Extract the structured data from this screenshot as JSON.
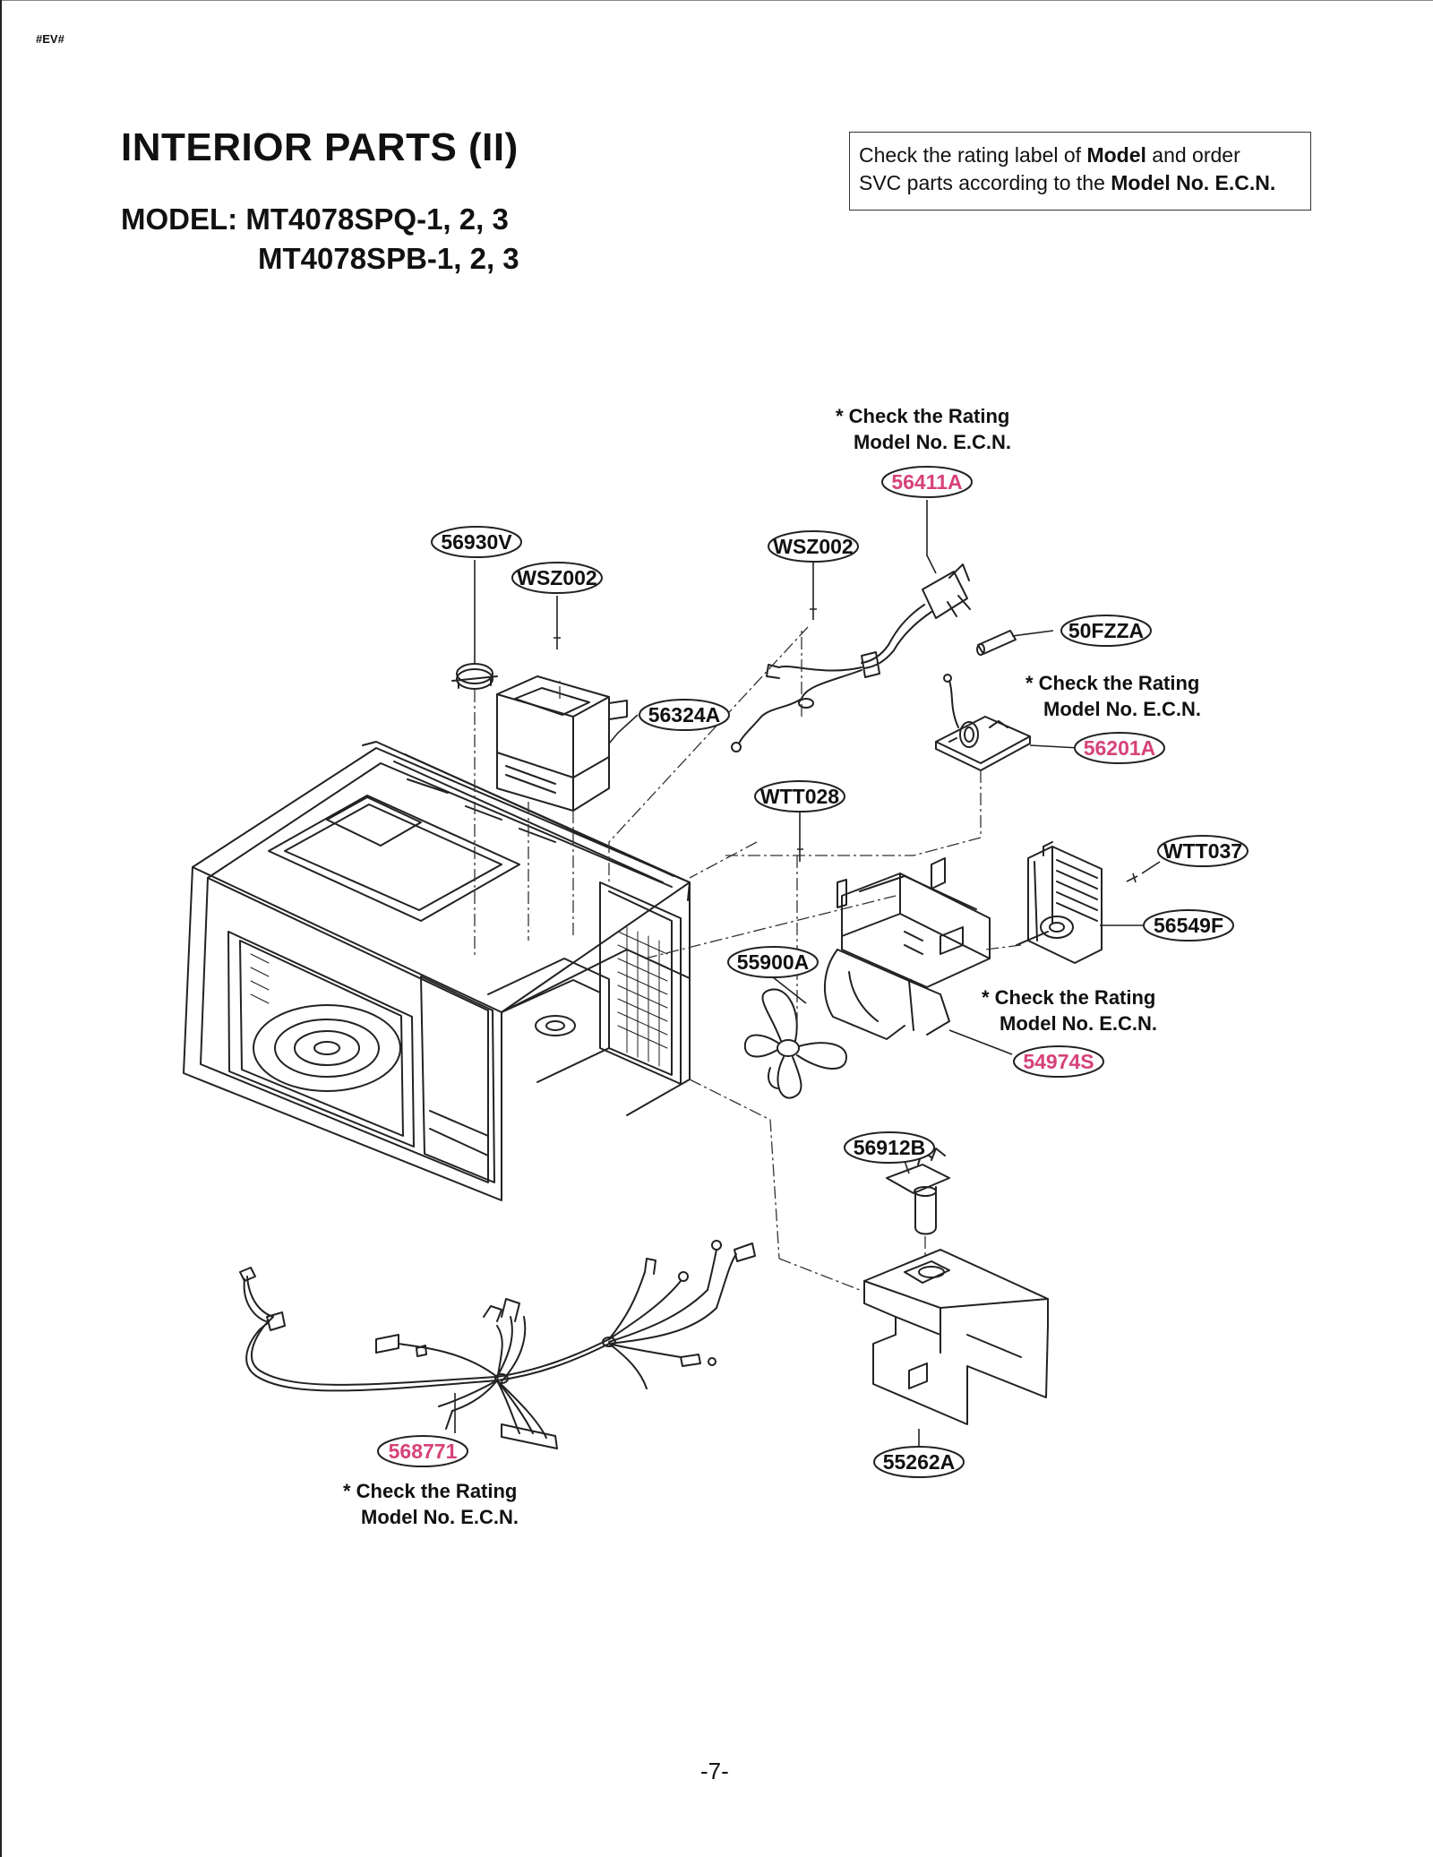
{
  "page_code": "#EV#",
  "title": "INTERIOR PARTS (II)",
  "model": {
    "prefix": "MODEL:",
    "line1": "MT4078SPQ-1, 2, 3",
    "line2": "MT4078SPB-1, 2, 3"
  },
  "notice": {
    "t1": "Check the rating label of ",
    "b1": "Model",
    "t2": " and order",
    "t3": "SVC parts according to the ",
    "b2": "Model No. E.C.N."
  },
  "rating_note": {
    "line1": "* Check the Rating",
    "line2": "Model No. E.C.N."
  },
  "part_labels": [
    {
      "code": "56411A",
      "ecn": true
    },
    {
      "code": "56930V",
      "ecn": false
    },
    {
      "code": "WSZ002",
      "ecn": false
    },
    {
      "code": "WSZ002",
      "ecn": false
    },
    {
      "code": "50FZZA",
      "ecn": false
    },
    {
      "code": "56324A",
      "ecn": false
    },
    {
      "code": "56201A",
      "ecn": true
    },
    {
      "code": "WTT028",
      "ecn": false
    },
    {
      "code": "WTT037",
      "ecn": false
    },
    {
      "code": "56549F",
      "ecn": false
    },
    {
      "code": "55900A",
      "ecn": false
    },
    {
      "code": "54974S",
      "ecn": true
    },
    {
      "code": "56912B",
      "ecn": false
    },
    {
      "code": "568771",
      "ecn": true
    },
    {
      "code": "55262A",
      "ecn": false
    }
  ],
  "colors": {
    "ecn_label": "#d6427a",
    "standard_label": "#111111",
    "line": "#222222"
  },
  "page_number": "-7-"
}
